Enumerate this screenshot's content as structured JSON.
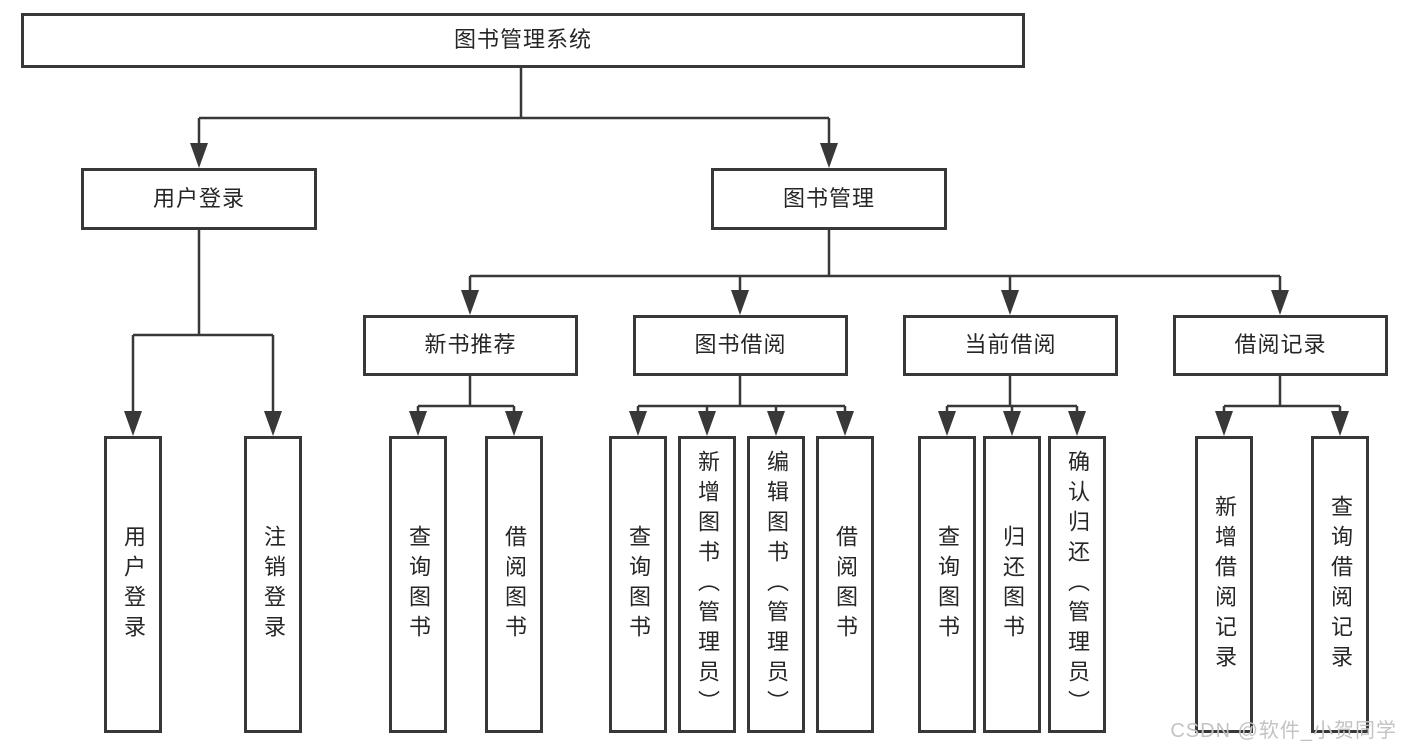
{
  "tree": {
    "root": {
      "label": "图书管理系统",
      "children": [
        {
          "label": "用户登录",
          "children": [
            {
              "label": "用户登录"
            },
            {
              "label": "注销登录"
            }
          ]
        },
        {
          "label": "图书管理",
          "children": [
            {
              "label": "新书推荐",
              "children": [
                {
                  "label": "查询图书"
                },
                {
                  "label": "借阅图书"
                }
              ]
            },
            {
              "label": "图书借阅",
              "children": [
                {
                  "label": "查询图书"
                },
                {
                  "label": "新增图书（管理员）"
                },
                {
                  "label": "编辑图书（管理员）"
                },
                {
                  "label": "借阅图书"
                }
              ]
            },
            {
              "label": "当前借阅",
              "children": [
                {
                  "label": "查询图书"
                },
                {
                  "label": "归还图书"
                },
                {
                  "label": "确认归还（管理员）"
                }
              ]
            },
            {
              "label": "借阅记录",
              "children": [
                {
                  "label": "新增借阅记录"
                },
                {
                  "label": "查询借阅记录"
                }
              ]
            }
          ]
        }
      ]
    }
  },
  "watermark": {
    "text": "CSDN @软件_小贺同学"
  },
  "colors": {
    "line": "#383838",
    "box_border": "#383838",
    "text": "#262626",
    "watermark": "#c3c3c6",
    "background": "#ffffff"
  }
}
